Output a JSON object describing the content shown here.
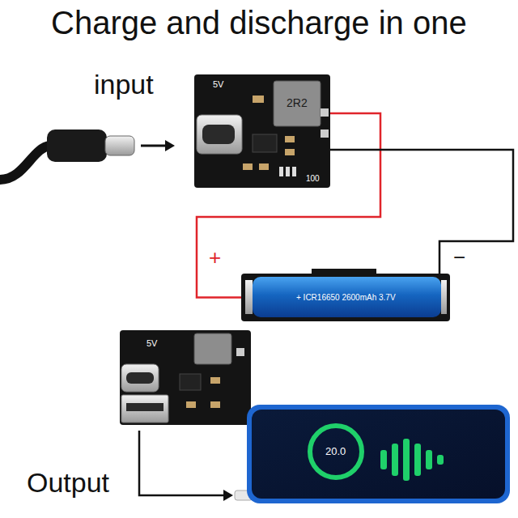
{
  "diagram": {
    "title": "Charge and discharge in one",
    "nodes": [
      {
        "text": [
          "5V",
          "2R2",
          "100"
        ]
      },
      {
        "text": [
          "+ ICR16650 2600mAh 3.7V"
        ]
      },
      {
        "text": [
          "5V"
        ]
      },
      {
        "text": [
          "20.0"
        ]
      }
    ],
    "edges": [
      {
        "from": 0,
        "to": 1,
        "arrow": "none",
        "label": "+"
      },
      {
        "from": 0,
        "to": 1,
        "arrow": "none",
        "label": "−"
      }
    ],
    "labels": [
      "input",
      "Output"
    ]
  }
}
